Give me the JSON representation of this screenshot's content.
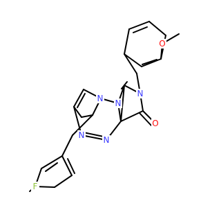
{
  "molecule": {
    "colors": {
      "bond": "#000000",
      "nitrogen": "#3b3bff",
      "oxygen": "#ff0d0d",
      "fluorine": "#8fc43c",
      "background": "#ffffff"
    },
    "atom_labels": {
      "n_pyrazole_bridge": "N",
      "n_pyrazole": "N",
      "n_triazine_1": "N",
      "n_triazine_2": "N",
      "n_pyridinone": "N",
      "o_carbonyl": "O",
      "o_methoxy": "O",
      "f_fluoro": "F"
    }
  }
}
